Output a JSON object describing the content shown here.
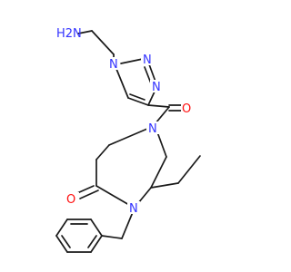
{
  "colors": {
    "background": "#ffffff",
    "bond": "#1a1a1a",
    "nitrogen": "#3333ff",
    "oxygen": "#ff0d0d"
  },
  "atoms": {
    "amine": {
      "text": "H2N",
      "element": "N"
    },
    "triazole_n1": {
      "text": "N",
      "element": "N"
    },
    "triazole_n2": {
      "text": "N",
      "element": "N"
    },
    "triazole_n3": {
      "text": "N",
      "element": "N"
    },
    "amide_n_top": {
      "text": "N",
      "element": "N"
    },
    "amide_n_bottom": {
      "text": "N",
      "element": "N"
    },
    "carbonyl_o_top": {
      "text": "O",
      "element": "O"
    },
    "carbonyl_o_bottom": {
      "text": "O",
      "element": "O"
    }
  }
}
